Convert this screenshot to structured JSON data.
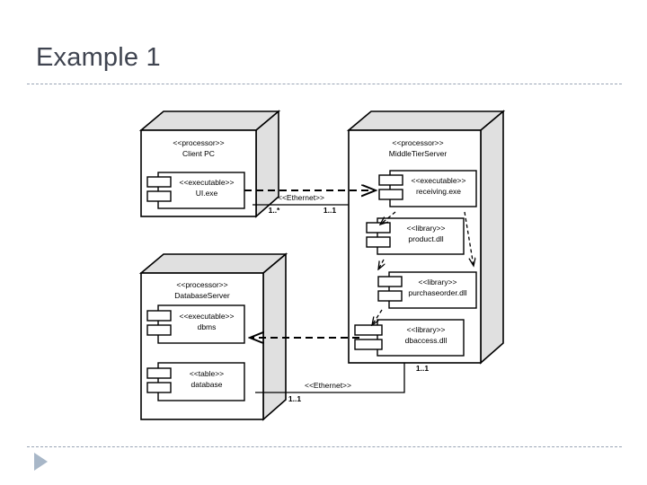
{
  "slide": {
    "title": "Example 1",
    "play_icon": "play-triangle-icon"
  },
  "colors": {
    "title_text": "#3f4450",
    "rule": "#9aa5b5",
    "accent_triangle": "#a8b7c8",
    "node_face": "#ffffff",
    "node_shade": "#e0e0e0",
    "stroke": "#000000"
  },
  "diagram": {
    "type": "uml-deployment-diagram",
    "nodes": [
      {
        "id": "client-pc",
        "stereotype": "<<processor>>",
        "name": "Client PC",
        "components": [
          {
            "id": "ui-exe",
            "stereotype": "<<executable>>",
            "name": "UI.exe"
          }
        ]
      },
      {
        "id": "middle-tier-server",
        "stereotype": "<<processor>>",
        "name": "MiddleTierServer",
        "components": [
          {
            "id": "receiving-exe",
            "stereotype": "<<executable>>",
            "name": "receiving.exe"
          },
          {
            "id": "product-dll",
            "stereotype": "<<library>>",
            "name": "product.dll"
          },
          {
            "id": "purchaseorder-dll",
            "stereotype": "<<library>>",
            "name": "purchaseorder.dll"
          },
          {
            "id": "dbaccess-dll",
            "stereotype": "<<library>>",
            "name": "dbaccess.dll"
          }
        ]
      },
      {
        "id": "database-server",
        "stereotype": "<<processor>>",
        "name": "DatabaseServer",
        "components": [
          {
            "id": "dbms",
            "stereotype": "<<executable>>",
            "name": "dbms"
          },
          {
            "id": "database",
            "stereotype": "<<table>>",
            "name": "database"
          }
        ]
      }
    ],
    "associations": [
      {
        "id": "ethernet-client-middle",
        "label": "<<Ethernet>>",
        "source_multiplicity": "1..*",
        "target_multiplicity": "1..1"
      },
      {
        "id": "ethernet-db-middle",
        "label": "<<Ethernet>>",
        "source_multiplicity": "1..1",
        "target_multiplicity": "1..1"
      }
    ],
    "dependencies": [
      {
        "id": "ui-to-receiving",
        "from": "ui-exe",
        "to": "receiving-exe"
      },
      {
        "id": "receiving-to-product",
        "from": "receiving-exe",
        "to": "product-dll"
      },
      {
        "id": "receiving-to-purchaseorder",
        "from": "receiving-exe",
        "to": "purchaseorder-dll"
      },
      {
        "id": "product-to-purchaseorder",
        "from": "product-dll",
        "to": "purchaseorder-dll"
      },
      {
        "id": "purchaseorder-to-dbaccess",
        "from": "purchaseorder-dll",
        "to": "dbaccess-dll"
      },
      {
        "id": "dbaccess-to-dbms",
        "from": "dbaccess-dll",
        "to": "dbms"
      }
    ]
  }
}
